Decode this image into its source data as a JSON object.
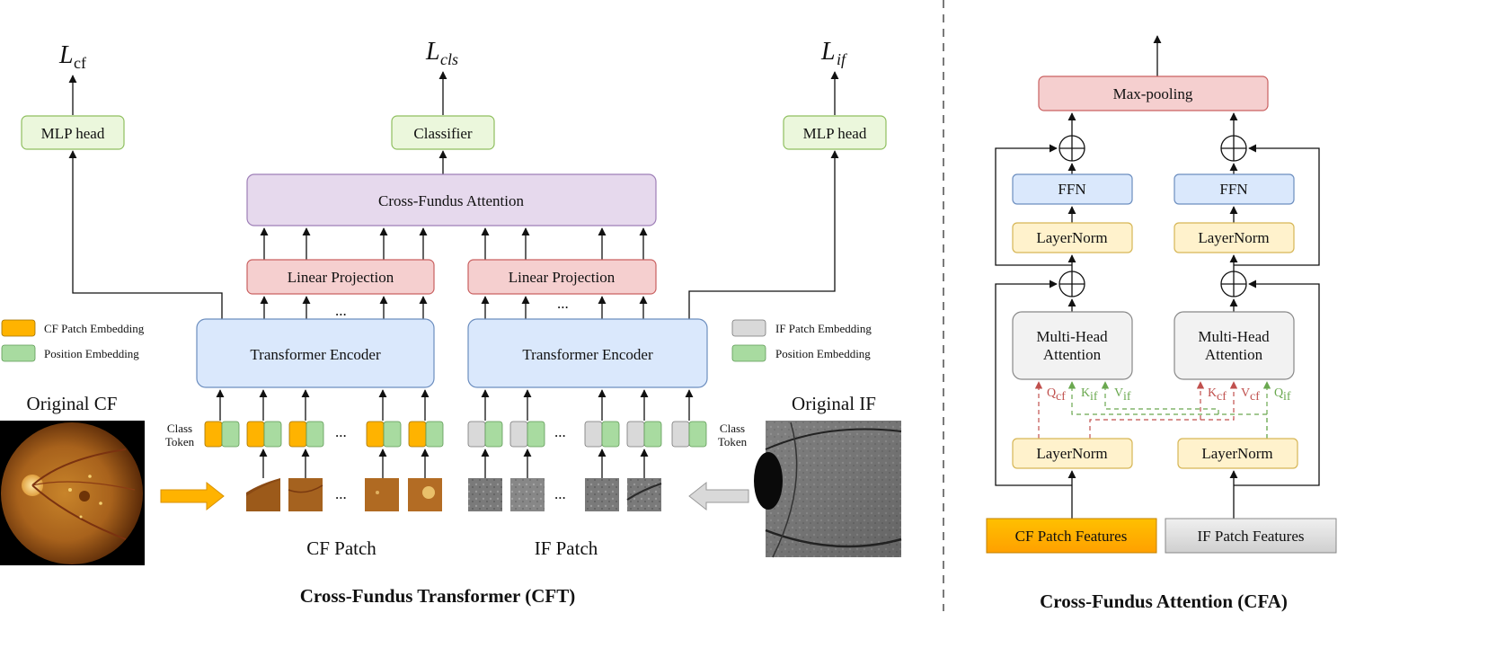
{
  "losses": {
    "cf": {
      "main": "L",
      "sub": "cf"
    },
    "cls": {
      "main": "L",
      "sub": "cls"
    },
    "if": {
      "main": "L",
      "sub": "if"
    }
  },
  "cft": {
    "mlp_left": "MLP head",
    "classifier": "Classifier",
    "mlp_right": "MLP head",
    "cross_fundus_attention": "Cross-Fundus Attention",
    "linear_projection_left": "Linear Projection",
    "linear_projection_right": "Linear Projection",
    "transformer_left": "Transformer Encoder",
    "transformer_right": "Transformer Encoder",
    "ellipsis": "...",
    "original_cf": "Original CF",
    "original_if": "Original IF",
    "class_token_left": [
      "Class",
      "Token"
    ],
    "class_token_right": [
      "Class",
      "Token"
    ],
    "cf_patch": "CF Patch",
    "if_patch": "IF Patch",
    "caption": "Cross-Fundus Transformer (CFT)"
  },
  "legend": {
    "cf_patch_embedding": "CF Patch Embedding",
    "position_embedding_left": "Position Embedding",
    "if_patch_embedding": "IF Patch Embedding",
    "position_embedding_right": "Position Embedding"
  },
  "cfa": {
    "max_pooling": "Max-pooling",
    "ffn_left": "FFN",
    "ffn_right": "FFN",
    "layernorm_top_left": "LayerNorm",
    "layernorm_top_right": "LayerNorm",
    "mha_left": [
      "Multi-Head",
      "Attention"
    ],
    "mha_right": [
      "Multi-Head",
      "Attention"
    ],
    "layernorm_bottom_left": "LayerNorm",
    "layernorm_bottom_right": "LayerNorm",
    "q_left": {
      "main": "Q",
      "sub": "cf"
    },
    "k_left": {
      "main": "K",
      "sub": "if"
    },
    "v_left": {
      "main": "V",
      "sub": "if"
    },
    "k_right": {
      "main": "K",
      "sub": "cf"
    },
    "v_right": {
      "main": "V",
      "sub": "cf"
    },
    "q_right": {
      "main": "Q",
      "sub": "if"
    },
    "cf_features": "CF Patch Features",
    "if_features": "IF Patch Features",
    "caption": "Cross-Fundus Attention (CFA)"
  },
  "colors": {
    "mlp_fill": "#ebf7dc",
    "mlp_stroke": "#8fbf5f",
    "cfa_fill": "#e6d9ed",
    "cfa_stroke": "#9e7fb7",
    "proj_fill": "#f5cfcf",
    "proj_stroke": "#c96060",
    "enc_fill": "#dae8fc",
    "enc_stroke": "#6c8ebf",
    "ln_fill": "#fff2cc",
    "ln_stroke": "#d6b656",
    "mha_fill": "#f2f2f2",
    "mha_stroke": "#888888",
    "cf_token": "#ffb300",
    "pos_token": "#a8dba0",
    "if_token": "#d9d9d9",
    "cf_feat": "#ffb300",
    "if_feat": "#e0e0e0"
  }
}
